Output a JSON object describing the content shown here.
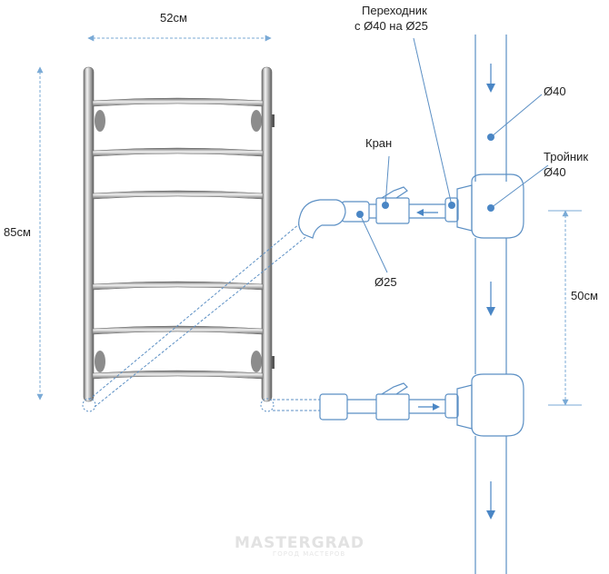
{
  "labels": {
    "width": "52см",
    "height": "85см",
    "adapter_line1": "Переходник",
    "adapter_line2": "с Ø40 на Ø25",
    "valve": "Кран",
    "pipe_main": "Ø40",
    "tee_line1": "Тройник",
    "tee_line2": "Ø40",
    "pipe_branch": "Ø25",
    "spacing": "50см"
  },
  "watermark": {
    "brand": "MASTERGRAD",
    "tagline": "ГОРОД МАСТЕРОВ"
  },
  "colors": {
    "pipe_outline": "#5b8fc4",
    "arrow": "#4a86c5",
    "dimension": "#7aaad6",
    "label": "#222222",
    "chrome": "#9a9a9a"
  }
}
